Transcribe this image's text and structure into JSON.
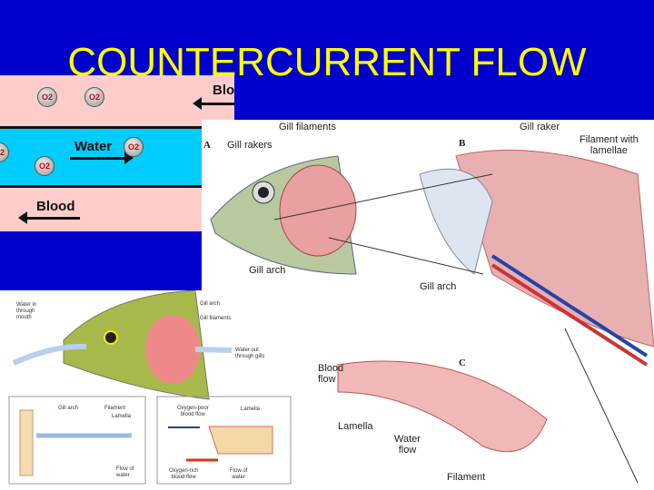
{
  "title": "COUNTERCURRENT FLOW",
  "flow_diagram": {
    "top_label": "Blood",
    "middle_label": "Water",
    "bottom_label": "Blood",
    "molecule": "O2"
  },
  "gill_diagram": {
    "panel_a": "A",
    "panel_b": "B",
    "panel_c": "C",
    "gill_filaments": "Gill filaments",
    "gill_rakers": "Gill rakers",
    "gill_arch_a": "Gill arch",
    "gill_raker": "Gill raker",
    "filament_with_lamellae": "Filament with\nlamellae",
    "gill_arch_b": "Gill arch",
    "blood_flow": "Blood\nflow",
    "lamella": "Lamella",
    "water_flow": "Water\nflow",
    "filament": "Filament"
  },
  "fish_diagram": {
    "water_in": "Water in\nthrough\nmouth",
    "gill_arch": "Gill arch",
    "gill_filaments": "Gill filaments",
    "water_out": "Water out\nthrough gills",
    "inset_gill_arch": "Gill arch",
    "inset_filament": "Filament",
    "inset_lamella": "Lamella",
    "inset_flow_of_water": "Flow of\nwater",
    "oxygen_poor": "Oxygen-poor\nblood flow",
    "lamella": "Lamella",
    "oxygen_rich": "Oxygen-rich\nblood flow",
    "flow_of_water": "Flow of\nwater"
  },
  "colors": {
    "background": "#0000cc",
    "title": "#ffff00",
    "blood": "#ffcccc",
    "water": "#00ccff"
  }
}
